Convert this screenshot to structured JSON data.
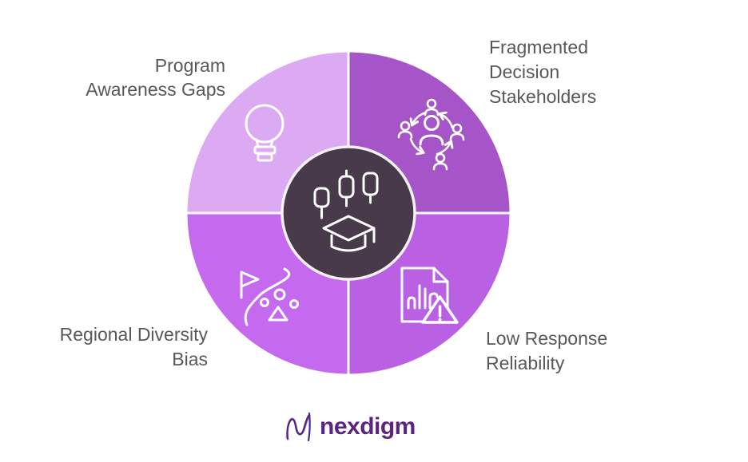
{
  "background": "#ffffff",
  "diagram": {
    "title_hint": "four-quadrant challenges wheel",
    "divider_color": "#ffffff",
    "label_color": "#58585a",
    "center": {
      "fill": "#48394b",
      "ring_color": "#f5f1f5",
      "icons": [
        "candlestick-chart-icon",
        "graduation-cap-icon"
      ]
    },
    "segments": [
      {
        "id": "program-awareness-gaps",
        "position": "top-left",
        "label": "Program\nAwareness Gaps",
        "color": "#dcaaf2",
        "icon": "lightbulb-icon"
      },
      {
        "id": "fragmented-decision-stakeholders",
        "position": "top-right",
        "label": "Fragmented\nDecision\nStakeholders",
        "color": "#a555c8",
        "icon": "stakeholders-network-icon"
      },
      {
        "id": "regional-diversity-bias",
        "position": "bottom-left",
        "label": "Regional Diversity\nBias",
        "color": "#c569ee",
        "icon": "route-flag-icon"
      },
      {
        "id": "low-response-reliability",
        "position": "bottom-right",
        "label": "Low Response\nReliability",
        "color": "#ba60e2",
        "icon": "report-warning-icon"
      }
    ]
  },
  "footer": {
    "logo_text": "nexdigm",
    "logo_mark": "nexdigm-n-logo",
    "logo_text_color": "#5a2483"
  }
}
